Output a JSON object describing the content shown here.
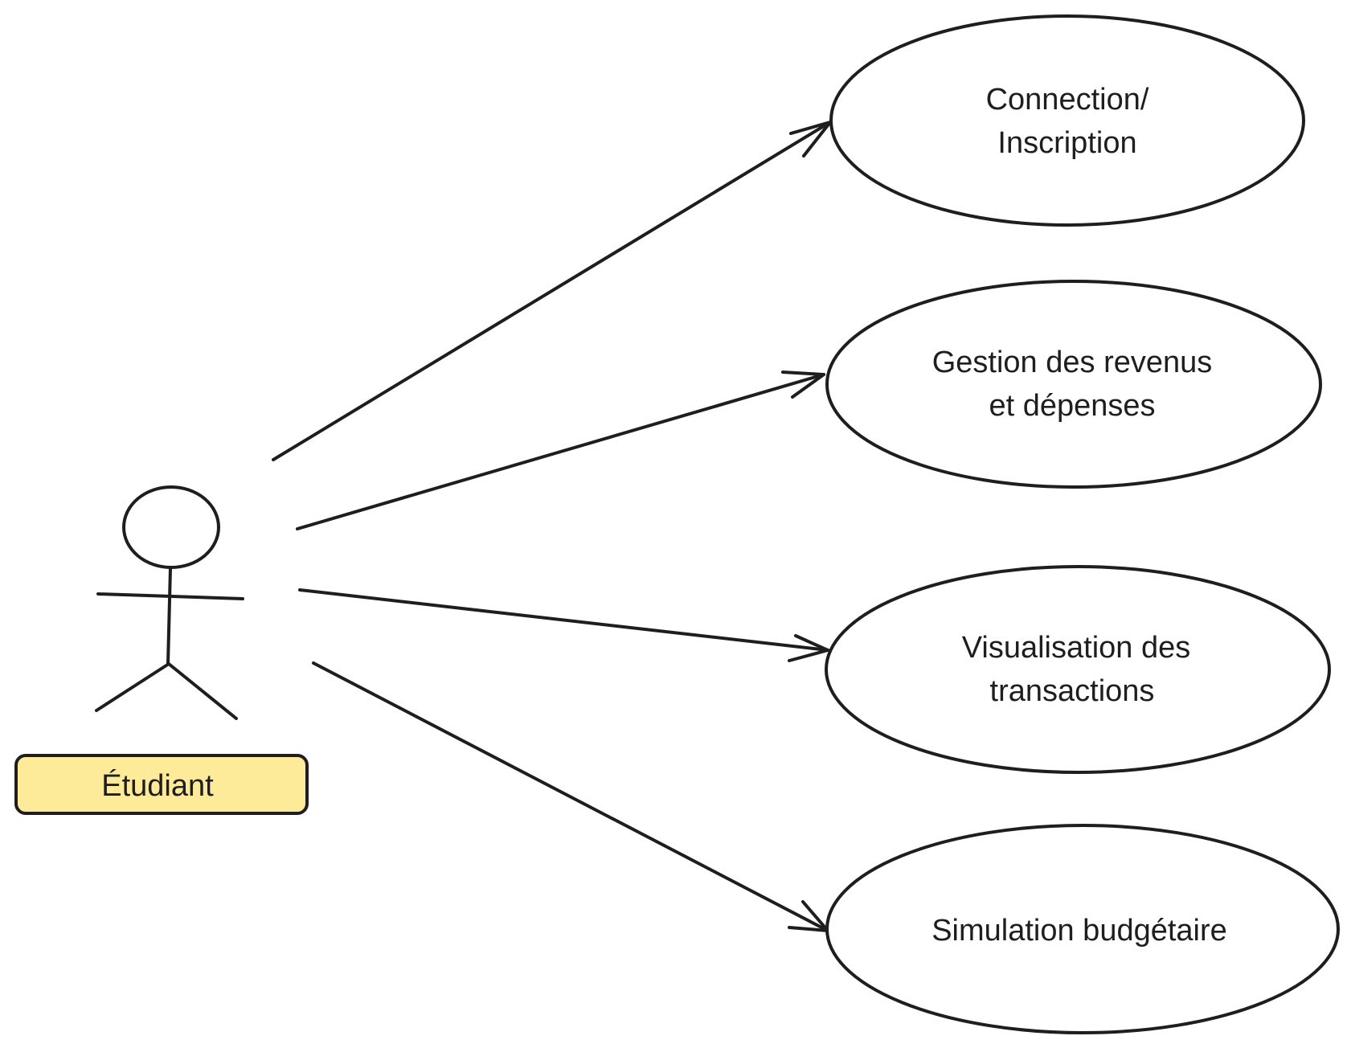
{
  "diagram": {
    "actor": {
      "label": "Étudiant",
      "label_bg_color": "#fdeb9a"
    },
    "use_cases": [
      {
        "line1": "Connection/",
        "line2": "Inscription"
      },
      {
        "line1": "Gestion des revenus",
        "line2": "et dépenses"
      },
      {
        "line1": "Visualisation des",
        "line2": "transactions"
      },
      {
        "line1": "Simulation budgétaire",
        "line2": ""
      }
    ],
    "stroke_color": "#1e1e1e"
  }
}
